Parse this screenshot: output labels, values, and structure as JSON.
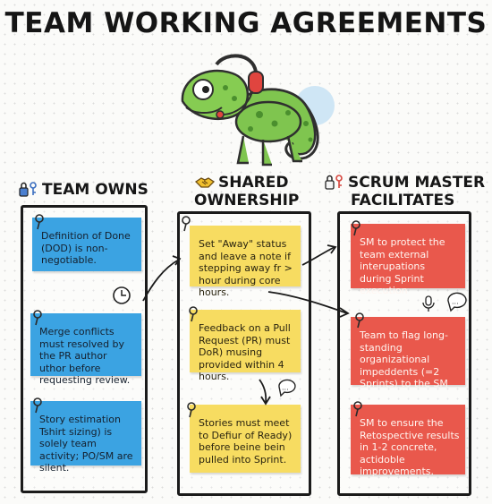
{
  "title": "TEAM WORKING AGREEMENTS",
  "columns": [
    {
      "heading": [
        "TEAM OWNS"
      ],
      "notes": [
        "Definition of Done (DOD) is non-negotiable.",
        "Merge conflicts must resolved by the PR author uthor before requesting review.",
        "Story estimation Tshirt sizing) is solely team activity; PO/SM are silent."
      ]
    },
    {
      "heading": [
        "SHARED",
        "OWNERSHIP"
      ],
      "notes": [
        "Set \"Away\" status and leave a note if stepping away fr > hour during core hours.",
        "Feedback on a Pull Request (PR) must DoR) musing provided within 4 hours.",
        "Stories must meet to Defiur of Ready) before beine bein pulled into Sprint."
      ]
    },
    {
      "heading": [
        "SCRUM MASTER",
        "FACILITATES"
      ],
      "notes": [
        "SM to protect the team external interupations during Sprint execution",
        "Team to flag long-standing organizational impeddents (=2 Sprints) to the SM",
        "SM to ensure the Retospective results in 1-2 concrete, actidoble improvements."
      ]
    }
  ],
  "icons": [
    "chameleon-mascot-icon",
    "lock-key-icon",
    "handshake-icon",
    "key-lock-icon",
    "clock-icon",
    "chat-bubble-icon",
    "microphone-icon"
  ],
  "colors": {
    "blue_note": "#3ba3e2",
    "yellow_note": "#f7dc61",
    "red_note": "#e9584c",
    "border": "#1b1b1b"
  }
}
